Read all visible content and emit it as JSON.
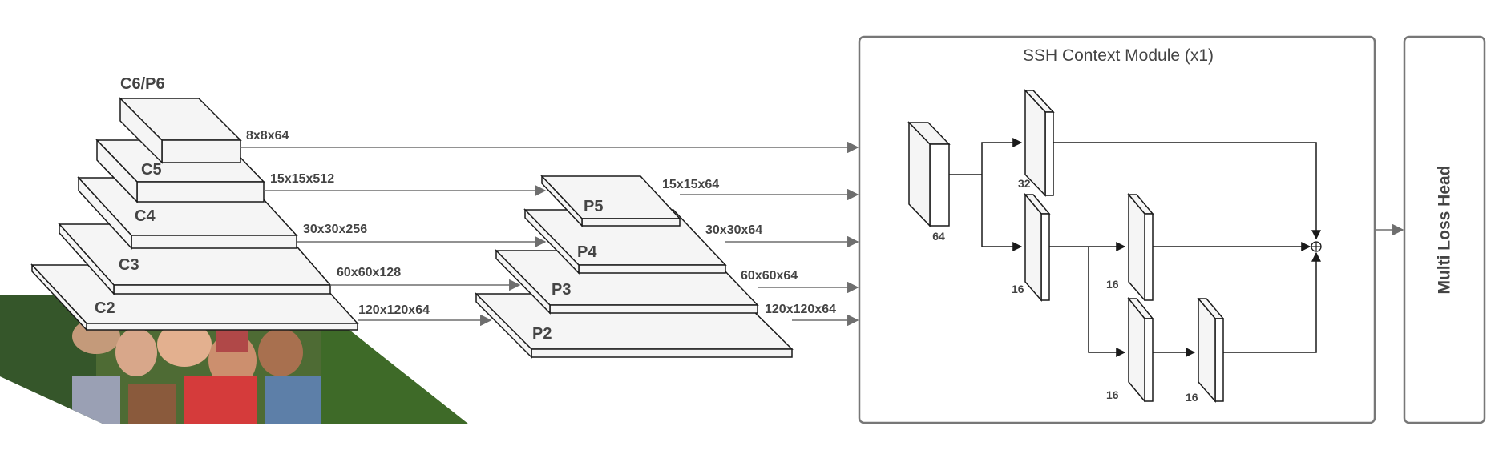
{
  "colors": {
    "stroke": "#1a1a1a",
    "fill": "#f5f5f5",
    "text": "#444444",
    "arrow": "#6e6e6e",
    "box_border": "#777777"
  },
  "backbone": {
    "c6p6": "C6/P6",
    "c5": "C5",
    "c4": "C4",
    "c3": "C3",
    "c2": "C2"
  },
  "backbone_dims": {
    "c6p6": "8x8x64",
    "c5": "15x15x512",
    "c4": "30x30x256",
    "c3": "60x60x128",
    "c2": "120x120x64"
  },
  "fpn": {
    "p5": "P5",
    "p4": "P4",
    "p3": "P3",
    "p2": "P2"
  },
  "fpn_dims": {
    "p5": "15x15x64",
    "p4": "30x30x64",
    "p3": "60x60x64",
    "p2": "120x120x64"
  },
  "ssh": {
    "title": "SSH Context Module (x1)",
    "in_channels": "64",
    "branch_a": "32",
    "branch_b": "16",
    "branch_c": "16",
    "branch_d1": "16",
    "branch_d2": "16",
    "sum_symbol": "⊕"
  },
  "head": {
    "title": "Multi Loss Head"
  },
  "photo": {
    "description_icon": "group-photo-image"
  }
}
